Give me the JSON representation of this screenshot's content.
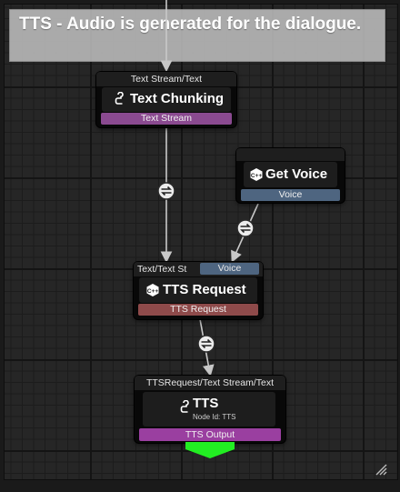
{
  "comment": {
    "text": "TTS - Audio is generated for the dialogue."
  },
  "nodes": {
    "text_chunking": {
      "input_label": "Text Stream/Text",
      "title": "Text Chunking",
      "output_label": "Text Stream",
      "icon": "python-icon"
    },
    "get_voice": {
      "title": "Get Voice",
      "output_label": "Voice",
      "icon": "cpp-icon"
    },
    "tts_request": {
      "input_label_1": "Text/Text St",
      "input_label_2": "Voice",
      "title": "TTS Request",
      "output_label": "TTS Request",
      "icon": "cpp-icon"
    },
    "tts": {
      "input_label": "TTSRequest/Text Stream/Text",
      "title": "TTS",
      "subtitle": "Node Id: TTS",
      "output_label": "TTS Output",
      "icon": "python-icon"
    }
  },
  "colors": {
    "wire": "#c8c8c8",
    "output_arrow": "#22ee22",
    "comment_bg": "#c8c8c8"
  }
}
